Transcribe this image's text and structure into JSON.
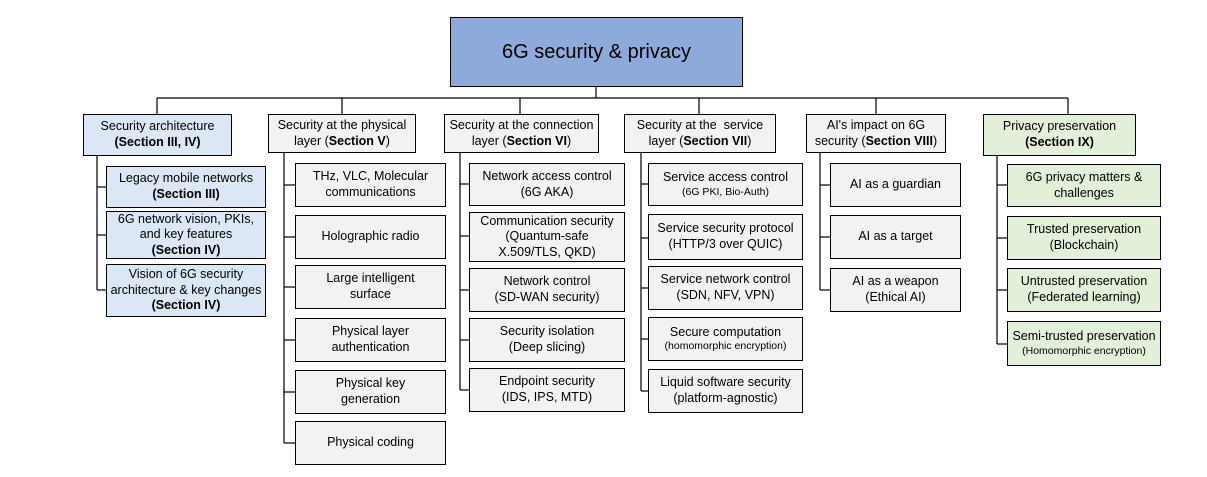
{
  "root": {
    "label": "6G security & privacy"
  },
  "categories": [
    {
      "id": "arch",
      "head": [
        "Security architecture",
        "(Section III, IV)"
      ],
      "leaves": [
        [
          "Legacy mobile networks",
          "(Section III)"
        ],
        [
          "6G network vision, PKIs,",
          "and key features",
          "(Section IV)"
        ],
        [
          "Vision of 6G security",
          "architecture & key changes",
          "(Section IV)"
        ]
      ]
    },
    {
      "id": "phys",
      "head_line1": "Security at the physical",
      "head_line2_pre": "layer (",
      "head_line2_bold": "Section V",
      "head_line2_post": ")",
      "leaves": [
        [
          "THz, VLC, Molecular",
          "communications"
        ],
        [
          "Holographic radio"
        ],
        [
          "Large intelligent",
          "surface"
        ],
        [
          "Physical layer",
          "authentication"
        ],
        [
          "Physical key",
          "generation"
        ],
        [
          "Physical coding"
        ]
      ]
    },
    {
      "id": "conn",
      "head_line1": "Security at the connection",
      "head_line2_pre": "layer (",
      "head_line2_bold": "Section VI",
      "head_line2_post": ")",
      "leaves": [
        [
          "Network access control",
          "(6G AKA)"
        ],
        [
          "Communication security",
          "(Quantum-safe",
          "X.509/TLS, QKD)"
        ],
        [
          "Network control",
          "(SD-WAN security)"
        ],
        [
          "Security isolation",
          "(Deep slicing)"
        ],
        [
          "Endpoint security",
          "(IDS, IPS, MTD)"
        ]
      ]
    },
    {
      "id": "serv",
      "head_line1": "Security at the  service",
      "head_line2_pre": "layer (",
      "head_line2_bold": "Section VII",
      "head_line2_post": ")",
      "leaves": [
        [
          "Service access control",
          "(6G PKI, Bio-Auth)"
        ],
        [
          "Service security protocol",
          "(HTTP/3 over QUIC)"
        ],
        [
          "Service network control",
          "(SDN, NFV, VPN)"
        ],
        [
          "Secure computation",
          "(homomorphic encryption)"
        ],
        [
          "Liquid software security",
          "(platform-agnostic)"
        ]
      ]
    },
    {
      "id": "ai",
      "head_line1": "AI's impact on 6G",
      "head_line2_pre": "security (",
      "head_line2_bold": "Section VIII",
      "head_line2_post": ")",
      "leaves": [
        [
          "AI as a guardian"
        ],
        [
          "AI as a target"
        ],
        [
          "AI as a weapon",
          "(Ethical AI)"
        ]
      ]
    },
    {
      "id": "priv",
      "head": [
        "Privacy preservation",
        "(Section IX)"
      ],
      "leaves": [
        [
          "6G privacy matters &",
          "challenges"
        ],
        [
          "Trusted preservation",
          "(Blockchain)"
        ],
        [
          "Untrusted preservation",
          "(Federated learning)"
        ],
        [
          "Semi-trusted preservation",
          "(Homomorphic encryption)"
        ]
      ]
    }
  ]
}
